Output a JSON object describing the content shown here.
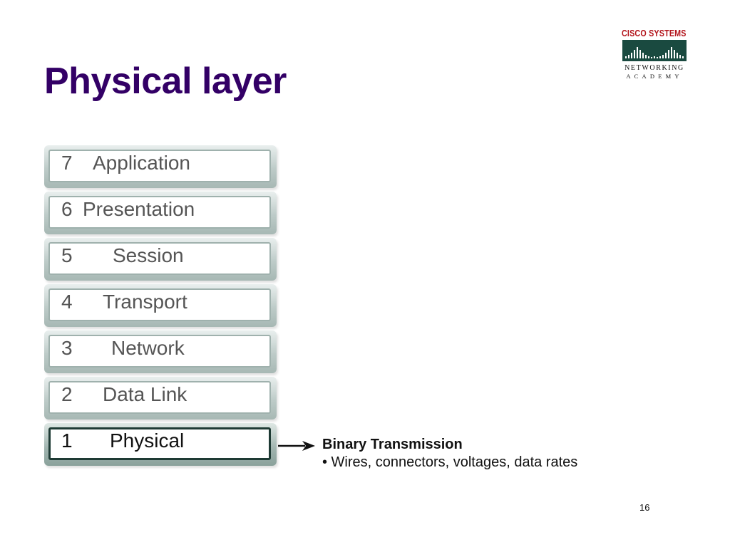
{
  "slide": {
    "title": "Physical layer",
    "page_number": "16"
  },
  "logo": {
    "top_text": "Cisco Systems",
    "line1": "NETWORKING",
    "line2": "ACADEMY",
    "top_color": "#b3141b",
    "bars_color": "#1a4a40"
  },
  "colors": {
    "title": "#330066",
    "active_border": "#1e3a34"
  },
  "layers": [
    {
      "number": "7",
      "name": "Application"
    },
    {
      "number": "6",
      "name": "Presentation"
    },
    {
      "number": "5",
      "name": "Session"
    },
    {
      "number": "4",
      "name": "Transport"
    },
    {
      "number": "3",
      "name": "Network"
    },
    {
      "number": "2",
      "name": "Data Link"
    },
    {
      "number": "1",
      "name": "Physical"
    }
  ],
  "highlight": {
    "title": "Binary Transmission",
    "bullet": "• Wires, connectors, voltages, data rates"
  }
}
